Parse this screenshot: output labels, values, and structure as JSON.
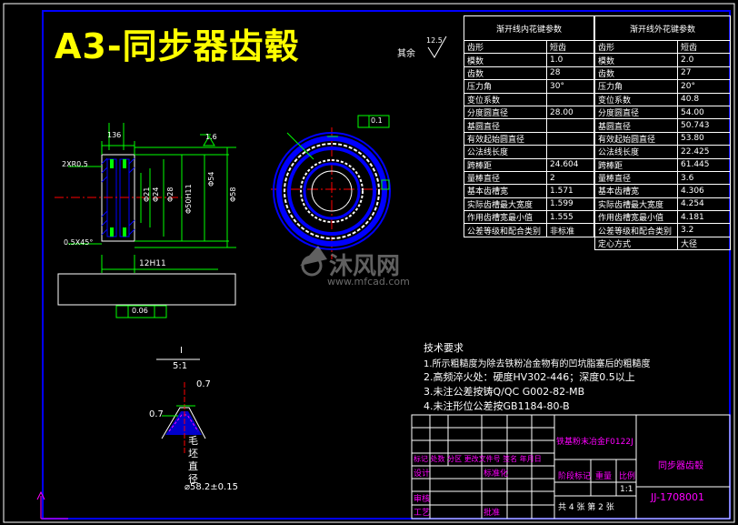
{
  "title": "A3-同步器齿毂",
  "roughness": {
    "rest_label": "其余",
    "value": "12.5"
  },
  "inner_table": {
    "heading": "渐开线内花键参数",
    "rows": [
      [
        "齿形",
        "短齿"
      ],
      [
        "模数",
        "1.0"
      ],
      [
        "齿数",
        "28"
      ],
      [
        "压力角",
        "30°"
      ],
      [
        "变位系数",
        ""
      ],
      [
        "分度圆直径",
        "28.00"
      ],
      [
        "基圆直径",
        ""
      ],
      [
        "有效起始圆直径",
        ""
      ],
      [
        "公法线长度",
        ""
      ],
      [
        "跨棒距",
        "24.604"
      ],
      [
        "量棒直径",
        "2"
      ],
      [
        "基本齿槽宽",
        "1.571"
      ],
      [
        "实际齿槽最大宽度",
        "1.599"
      ],
      [
        "作用齿槽宽最小值",
        "1.555"
      ],
      [
        "公差等级和配合类别",
        "非标准"
      ]
    ]
  },
  "outer_table": {
    "heading": "渐开线外花键参数",
    "rows": [
      [
        "齿形",
        "短齿"
      ],
      [
        "模数",
        "2.0"
      ],
      [
        "齿数",
        "27"
      ],
      [
        "压力角",
        "20°"
      ],
      [
        "变位系数",
        "40.8"
      ],
      [
        "分度圆直径",
        "54.00"
      ],
      [
        "基圆直径",
        "50.743"
      ],
      [
        "有效起始圆直径",
        "53.80"
      ],
      [
        "公法线长度",
        "22.425"
      ],
      [
        "跨棒距",
        "61.445"
      ],
      [
        "量棒直径",
        "3.6"
      ],
      [
        "基本齿槽宽",
        "4.306"
      ],
      [
        "实际齿槽最大宽度",
        "4.254"
      ],
      [
        "作用齿槽宽最小值",
        "4.181"
      ],
      [
        "公差等级和配合类别",
        "3.2"
      ],
      [
        "定心方式",
        "大径"
      ]
    ]
  },
  "tech_requirements": {
    "heading": "技术要求",
    "items": [
      "1.所示粗糙度为除去铁粉冶金物有的凹坑脂塞后的粗糙度",
      "2.高频淬火处：硬度HV302-446；深度0.5以上",
      "3.未注公差按铸Q/QC G002-82-MB",
      "4.未注形位公差按GB1184-80-B"
    ]
  },
  "dimensions": {
    "d36": "136",
    "chamfer": "2XR0.5",
    "chamfer2": "0.5X45°",
    "width": "12H11",
    "flatness": "0.06",
    "d54": "Φ54",
    "d58": "Φ58",
    "d50": "Φ50H11",
    "d28": "Φ28",
    "d24": "Φ24",
    "d21": "Φ21",
    "runout": "0.1",
    "r16": "1.6",
    "detail_scale_num": "I",
    "detail_scale_den": "5:1",
    "detail_dim1": "0.7",
    "detail_dim2": "0.7",
    "blank_dia_label": "毛坯直径",
    "blank_dia_value": "⌀58.2±0.15"
  },
  "title_block": {
    "material": "铁基粉末冶金F0122J",
    "part_name": "同步器齿毂",
    "drawing_no": "JJ-1708001",
    "header_row": "标记 处数 分区 更改文件号 签名 年月日",
    "design": "设计",
    "standard": "标准化",
    "stage": "阶段标记",
    "weight": "重量",
    "scale_label": "比例",
    "scale": "1:1",
    "review": "审核",
    "process": "工艺",
    "approve": "批准",
    "sheets": "共 4 张 第 2 张"
  },
  "colors": {
    "frame": "#0000ff",
    "outline": "#ffffff",
    "dim": "#00ff00",
    "center": "#ff0000",
    "hatch": "#0000ff",
    "title": "#ffff00",
    "magenta": "#ff00ff"
  },
  "watermark": {
    "brand": "沐风网",
    "url": "www.mfcad.com"
  }
}
